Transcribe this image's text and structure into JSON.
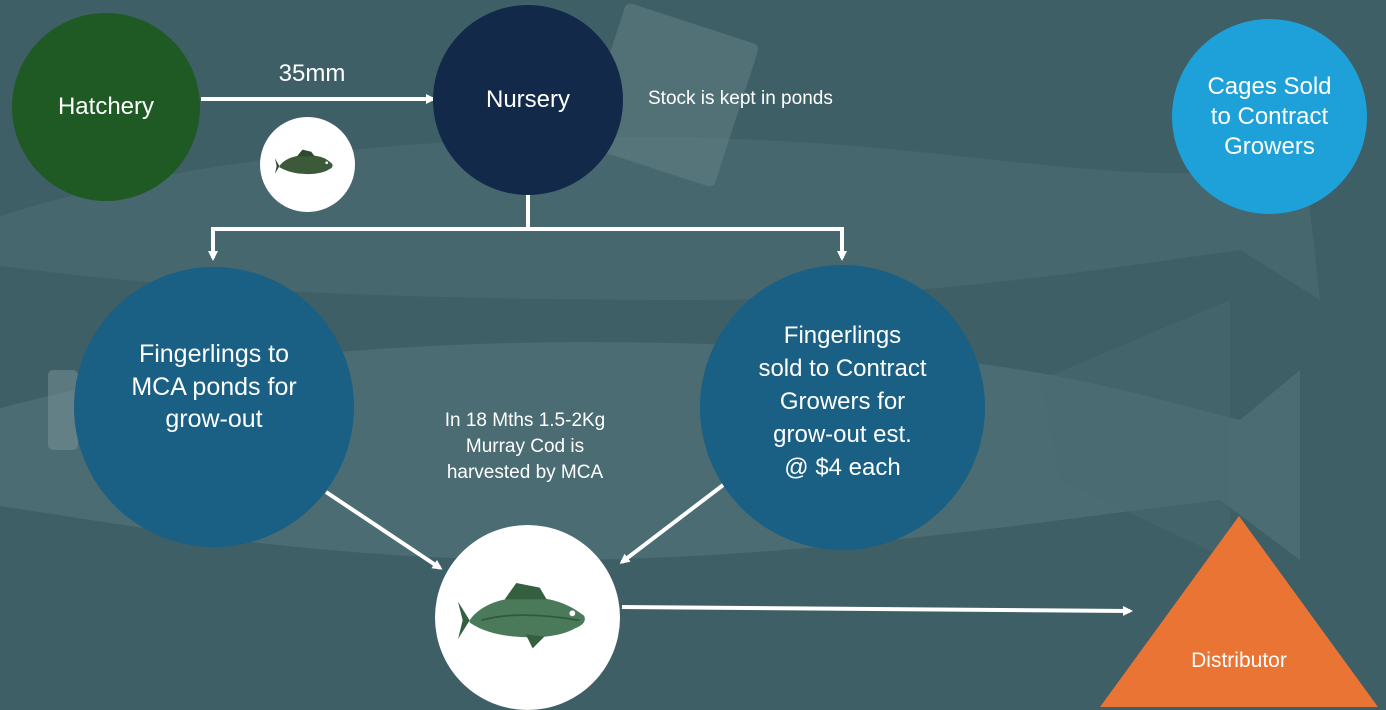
{
  "nodes": {
    "hatchery": "Hatchery",
    "nursery": "Nursery",
    "cages": "Cages Sold\nto Contract\nGrowers",
    "fingerlings_mca": "Fingerlings to\nMCA ponds for\ngrow-out",
    "fingerlings_contract": "Fingerlings\nsold to Contract\nGrowers for\ngrow-out est.\n@ $4 each",
    "distributor": "Distributor"
  },
  "labels": {
    "size": "35mm",
    "ponds_note": "Stock is kept in ponds",
    "harvest_note": "In 18 Mths 1.5-2Kg\nMurray Cod is\nharvested by MCA"
  },
  "colors": {
    "background": "#3f5f66",
    "hatchery": "#1f5a24",
    "nursery": "#13294a",
    "cages": "#1ea0d8",
    "fingerlings": "#1a5f84",
    "distributor": "#ea7433",
    "fish_bubble": "#ffffff"
  },
  "icons": [
    "fish-icon-small",
    "fish-icon-large"
  ]
}
